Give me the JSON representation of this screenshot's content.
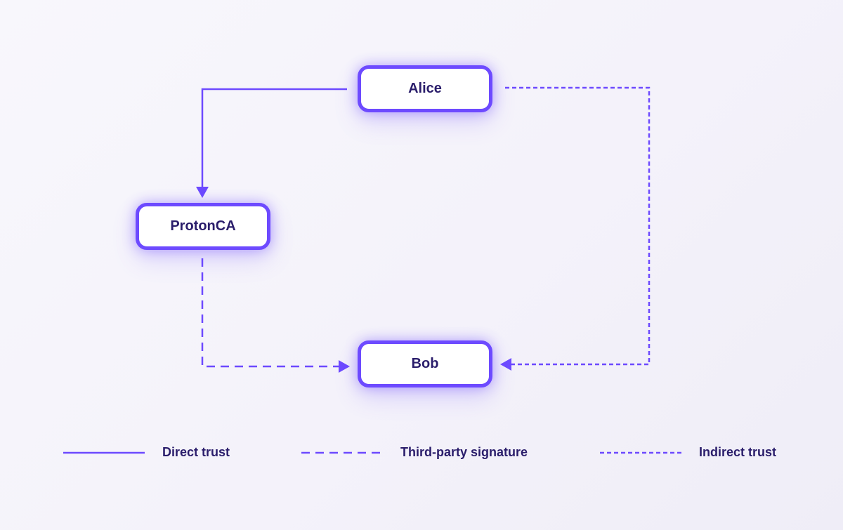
{
  "nodes": {
    "alice": "Alice",
    "protonca": "ProtonCA",
    "bob": "Bob"
  },
  "legend": {
    "direct": "Direct trust",
    "third_party": "Third-party signature",
    "indirect": "Indirect trust"
  },
  "colors": {
    "accent": "#6d4aff",
    "text": "#2a1d6b",
    "background": "#f6f5fb"
  }
}
